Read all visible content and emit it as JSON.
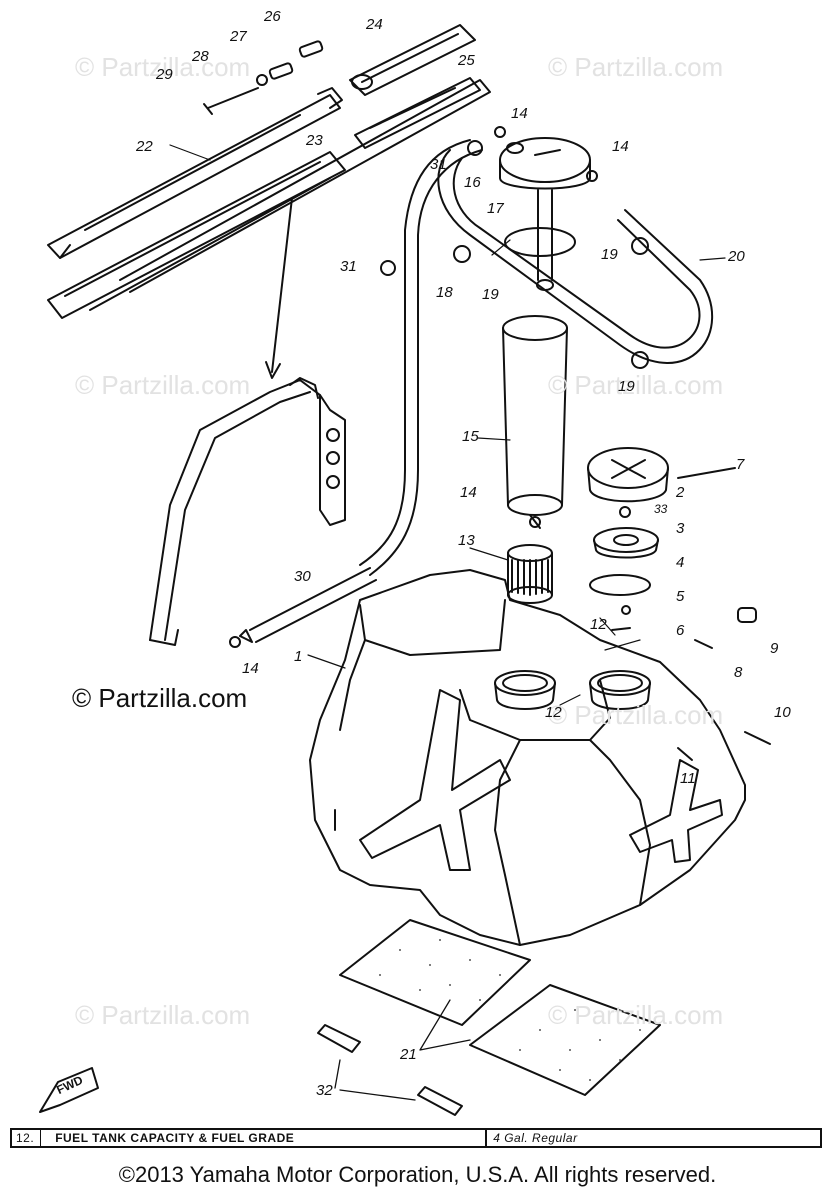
{
  "watermarks": [
    {
      "text": "© Partzilla.com"
    },
    {
      "text": "© Partzilla.com"
    },
    {
      "text": "© Partzilla.com"
    },
    {
      "text": "© Partzilla.com"
    },
    {
      "text": "© Partzilla.com"
    },
    {
      "text": "© Partzilla.com"
    },
    {
      "text": "© Partzilla.com"
    }
  ],
  "main_watermark": "© Partzilla.com",
  "callouts": [
    "1",
    "2",
    "3",
    "4",
    "5",
    "6",
    "7",
    "8",
    "9",
    "10",
    "11",
    "12",
    "12",
    "13",
    "14",
    "14",
    "14",
    "14",
    "15",
    "16",
    "17",
    "18",
    "19",
    "19",
    "19",
    "20",
    "21",
    "22",
    "23",
    "24",
    "25",
    "26",
    "27",
    "28",
    "29",
    "30",
    "31",
    "31",
    "32",
    "33"
  ],
  "spec": {
    "number": "12.",
    "label": "FUEL TANK CAPACITY & FUEL GRADE",
    "value": "4 Gal. Regular"
  },
  "fwd_label": "FWD",
  "copyright": "©2013 Yamaha Motor Corporation, U.S.A. All rights reserved."
}
